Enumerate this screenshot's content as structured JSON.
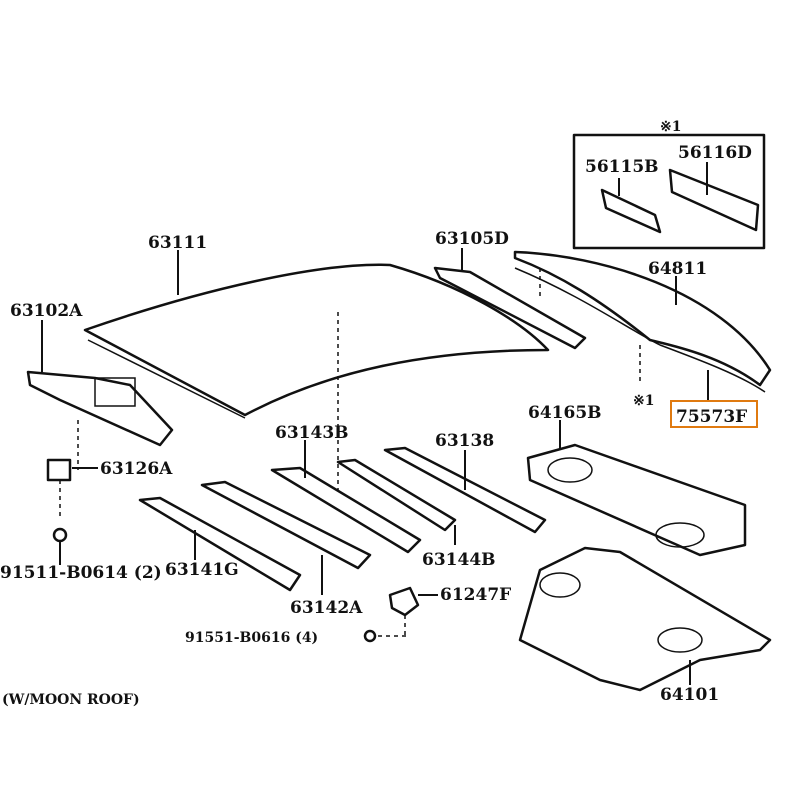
{
  "diagram": {
    "kit_note": "※1",
    "kit_note_small": "※1",
    "footer_note": "(W/MOON ROOF)",
    "highlight_color": "#e07a10",
    "parts": {
      "p56115B": "56115B",
      "p56116D": "56116D",
      "p63111": "63111",
      "p63105D": "63105D",
      "p64811": "64811",
      "p63102A": "63102A",
      "p75573F": "75573F",
      "p64165B": "64165B",
      "p63143B": "63143B",
      "p63138": "63138",
      "p63126A": "63126A",
      "p63144B": "63144B",
      "p91511": "91511-B0614 (2)",
      "p63141G": "63141G",
      "p61247F": "61247F",
      "p63142A": "63142A",
      "p91551": "91551-B0616 (4)",
      "p64101": "64101"
    }
  }
}
